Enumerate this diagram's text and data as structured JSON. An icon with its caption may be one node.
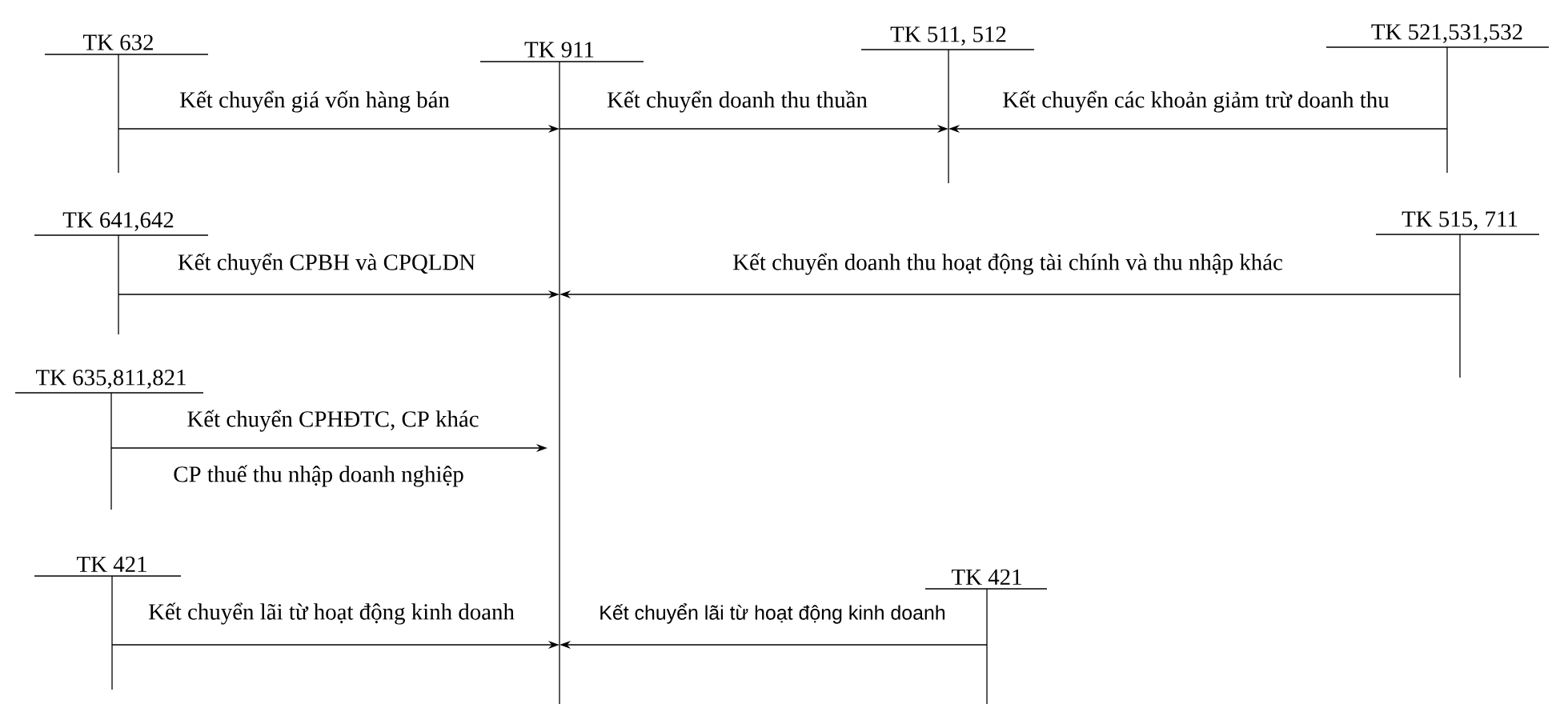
{
  "diagram": {
    "nodes": [
      {
        "text": [
          "TK 632"
        ]
      },
      {
        "text": [
          "TK 911"
        ]
      },
      {
        "text": [
          "TK 511, 512"
        ]
      },
      {
        "text": [
          "TK 521,531,532"
        ]
      },
      {
        "text": [
          "TK 641,642"
        ]
      },
      {
        "text": [
          "TK 515, 711"
        ]
      },
      {
        "text": [
          "TK 635,811,821"
        ]
      },
      {
        "text": [
          "TK 421"
        ]
      },
      {
        "text": [
          "TK 421"
        ]
      }
    ],
    "edges": [
      {
        "from": 0,
        "to": 1,
        "arrow": "to",
        "label": "Kết chuyển giá vốn hàng bán"
      },
      {
        "from": 1,
        "to": 2,
        "arrow": "to",
        "label": "Kết chuyển doanh thu thuần"
      },
      {
        "from": 3,
        "to": 2,
        "arrow": "to",
        "label": "Kết chuyển các khoản giảm trừ doanh thu"
      },
      {
        "from": 4,
        "to": 1,
        "arrow": "to",
        "label": "Kết chuyển CPBH và CPQLDN"
      },
      {
        "from": 5,
        "to": 1,
        "arrow": "to",
        "label": "Kết chuyển doanh thu hoạt động tài chính và thu nhập khác"
      },
      {
        "from": 6,
        "to": 1,
        "arrow": "to",
        "label": "Kết chuyển CPHĐTC, CP khác"
      },
      {
        "from": 7,
        "to": 1,
        "arrow": "to",
        "label": "Kết chuyển lãi từ hoạt động kinh doanh"
      },
      {
        "from": 8,
        "to": 1,
        "arrow": "to",
        "label": "Kết chuyển lãi từ hoạt động kinh doanh"
      }
    ],
    "labels": [
      "CP thuế thu nhập doanh nghiệp"
    ]
  }
}
